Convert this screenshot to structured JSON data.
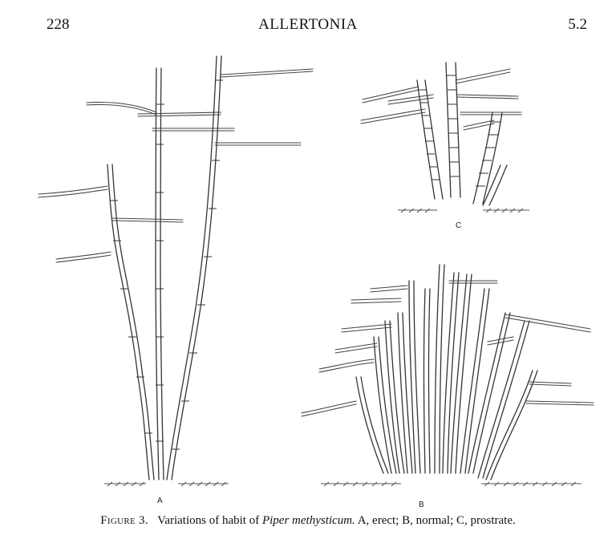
{
  "header": {
    "page_number": "228",
    "running_title": "ALLERTONIA",
    "section_number": "5.2"
  },
  "figure": {
    "panels": [
      {
        "label": "A"
      },
      {
        "label": "B"
      },
      {
        "label": "C"
      }
    ],
    "caption": {
      "figure_label": "Figure 3.",
      "text_before": "Variations of habit of ",
      "species": "Piper methysticum.",
      "text_after": " A, erect; B, normal; C, prostrate."
    }
  }
}
